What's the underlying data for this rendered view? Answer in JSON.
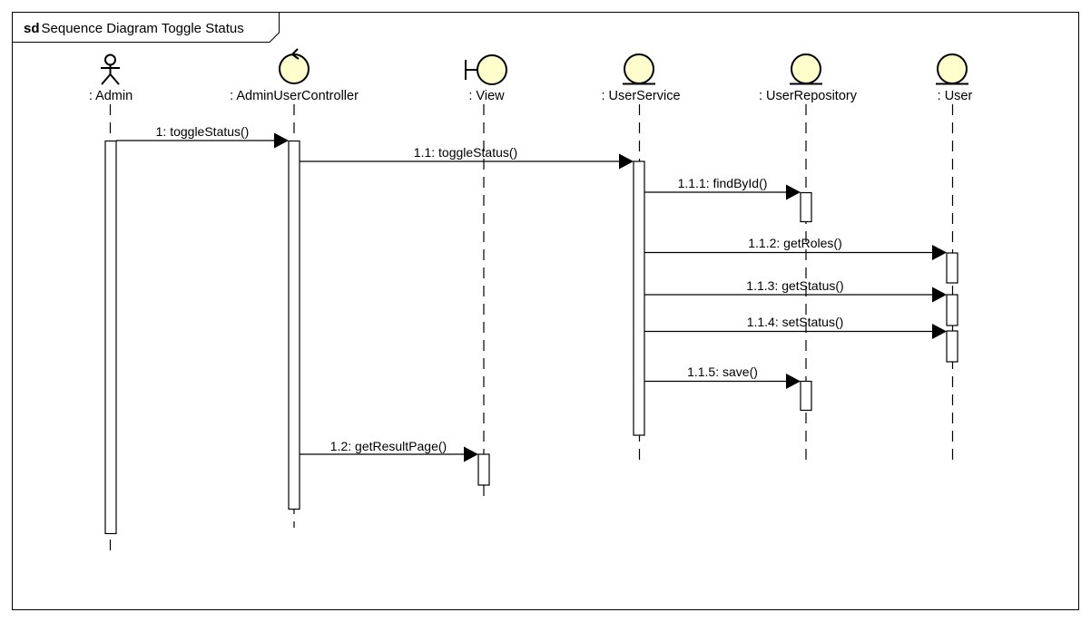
{
  "frame": {
    "keyword": "sd",
    "title": "Sequence Diagram Toggle Status"
  },
  "lifelines": [
    {
      "id": "admin",
      "label": ": Admin",
      "kind": "actor"
    },
    {
      "id": "controller",
      "label": ": AdminUserController",
      "kind": "control"
    },
    {
      "id": "view",
      "label": ": View",
      "kind": "boundary"
    },
    {
      "id": "service",
      "label": ": UserService",
      "kind": "entity"
    },
    {
      "id": "repository",
      "label": ": UserRepository",
      "kind": "entity"
    },
    {
      "id": "user",
      "label": ": User",
      "kind": "entity"
    }
  ],
  "messages": [
    {
      "label": "1: toggleStatus()",
      "from": "admin",
      "to": "controller"
    },
    {
      "label": "1.1: toggleStatus()",
      "from": "controller",
      "to": "service"
    },
    {
      "label": "1.1.1: findById()",
      "from": "service",
      "to": "repository"
    },
    {
      "label": "1.1.2: getRoles()",
      "from": "service",
      "to": "user"
    },
    {
      "label": "1.1.3: getStatus()",
      "from": "service",
      "to": "user"
    },
    {
      "label": "1.1.4: setStatus()",
      "from": "service",
      "to": "user"
    },
    {
      "label": "1.1.5: save()",
      "from": "service",
      "to": "repository"
    },
    {
      "label": "1.2: getResultPage()",
      "from": "controller",
      "to": "view"
    }
  ],
  "colors": {
    "lifeline_fill": "#fefecd",
    "stroke": "#000000"
  }
}
